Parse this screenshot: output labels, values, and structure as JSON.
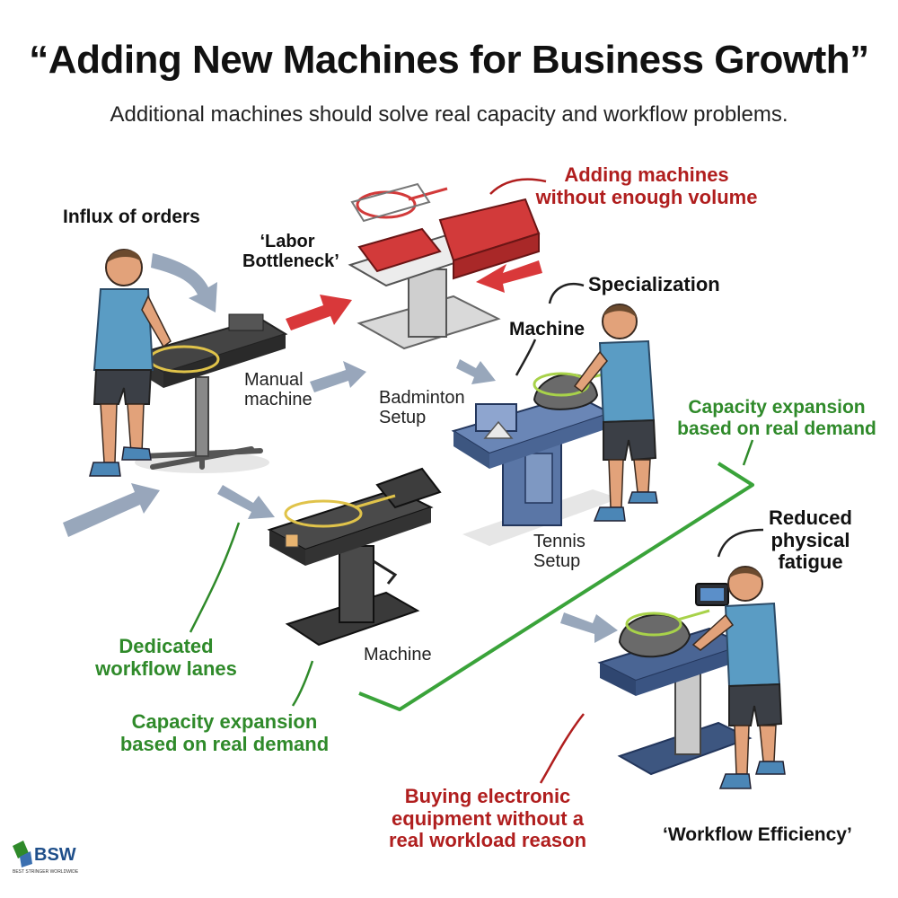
{
  "header": {
    "title": "“Adding New Machines for Business Growth”",
    "subtitle": "Additional machines should solve real capacity and workflow problems."
  },
  "labels": {
    "influx": "Influx of orders",
    "labor_bottleneck_1": "‘Labor",
    "labor_bottleneck_2": "Bottleneck’",
    "adding_machines_1": "Adding machines",
    "adding_machines_2": "without enough volume",
    "specialization": "Specialization",
    "machine_top": "Machine",
    "manual_machine_1": "Manual",
    "manual_machine_2": "machine",
    "badminton_1": "Badminton",
    "badminton_2": "Setup",
    "capacity_right_1": "Capacity expansion",
    "capacity_right_2": "based on real demand",
    "tennis_1": "Tennis",
    "tennis_2": "Setup",
    "reduced_1": "Reduced",
    "reduced_2": "physical",
    "reduced_3": "fatigue",
    "dedicated_1": "Dedicated",
    "dedicated_2": "workflow lanes",
    "machine_bottom": "Machine",
    "capacity_left_1": "Capacity expansion",
    "capacity_left_2": "based on real demand",
    "buying_1": "Buying electronic",
    "buying_2": "equipment without a",
    "buying_3": "real workload reason",
    "workflow_efficiency": "‘Workflow Efficiency’"
  },
  "logo": {
    "text": "BSW",
    "tagline": "BEST STRINGER WORLDWIDE"
  },
  "colors": {
    "red": "#b01e1e",
    "green": "#2f8a2a",
    "blue_machine": "#5a76a6",
    "red_machine": "#d23a3a",
    "shirt": "#5a9cc4",
    "arrow_gray": "#8d9db4"
  }
}
